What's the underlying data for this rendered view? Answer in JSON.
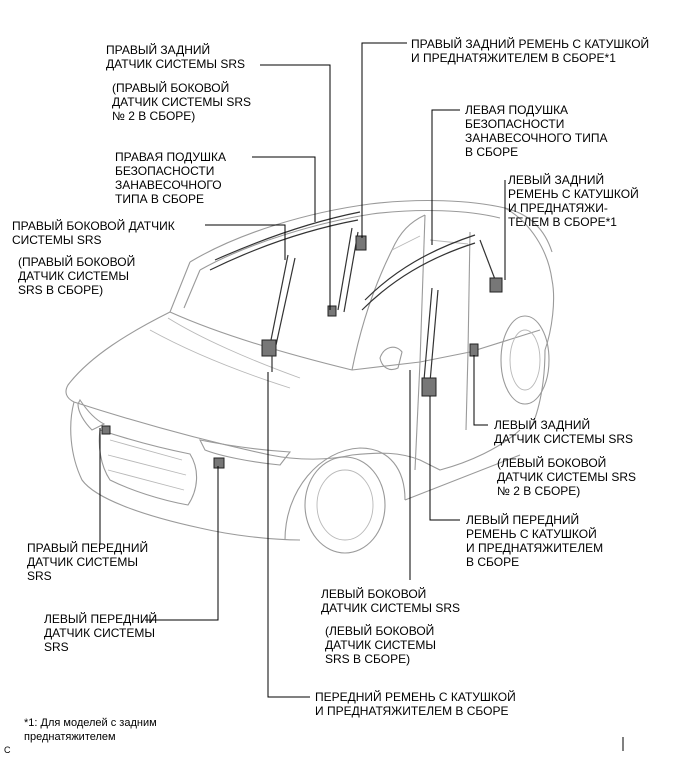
{
  "labels": {
    "rr_side_sensor": "ПРАВЫЙ ЗАДНИЙ\nДАТЧИК СИСТЕМЫ SRS",
    "rr_side_sensor_sub": "(ПРАВЫЙ БОКОВОЙ\nДАТЧИК СИСТЕМЫ SRS\n№ 2 В СБОРЕ)",
    "rr_belt": "ПРАВЫЙ ЗАДНИЙ РЕМЕНЬ С КАТУШКОЙ\nИ ПРЕДНАТЯЖИТЕЛЕМ В СБОРЕ*1",
    "l_curtain": "ЛЕВАЯ ПОДУШКА\nБЕЗОПАСНОСТИ\nЗАНАВЕСОЧНОГО ТИПА\nВ СБОРЕ",
    "r_curtain": "ПРАВАЯ ПОДУШКА\nБЕЗОПАСНОСТИ\nЗАНАВЕСОЧНОГО\nТИПА В СБОРЕ",
    "lr_belt": "ЛЕВЫЙ ЗАДНИЙ\nРЕМЕНЬ С КАТУШКОЙ\nИ ПРЕДНАТЯЖИ-\nТЕЛЕМ В СБОРЕ*1",
    "r_side_sensor": "ПРАВЫЙ БОКОВОЙ ДАТЧИК\nСИСТЕМЫ SRS",
    "r_side_sensor_sub": "(ПРАВЫЙ БОКОВОЙ\nДАТЧИК СИСТЕМЫ\nSRS В СБОРЕ)",
    "lr_side_sensor": "ЛЕВЫЙ ЗАДНИЙ\nДАТЧИК СИСТЕМЫ SRS",
    "lr_side_sensor_sub": "(ЛЕВЫЙ БОКОВОЙ\nДАТЧИК СИСТЕМЫ SRS\n№ 2 В СБОРЕ)",
    "lf_belt": "ЛЕВЫЙ ПЕРЕДНИЙ\nРЕМЕНЬ С КАТУШКОЙ\nИ ПРЕДНАТЯЖИТЕЛЕМ\nВ СБОРЕ",
    "rf_sensor": "ПРАВЫЙ ПЕРЕДНИЙ\nДАТЧИК СИСТЕМЫ\nSRS",
    "lf_sensor": "ЛЕВЫЙ ПЕРЕДНИЙ\nДАТЧИК СИСТЕМЫ\nSRS",
    "l_side_sensor": "ЛЕВЫЙ БОКОВОЙ\nДАТЧИК СИСТЕМЫ SRS",
    "l_side_sensor_sub": "(ЛЕВЫЙ БОКОВОЙ\nДАТЧИК СИСТЕМЫ\nSRS В СБОРЕ)",
    "f_belt": "ПЕРЕДНИЙ РЕМЕНЬ С КАТУШКОЙ\nИ ПРЕДНАТЯЖИТЕЛЕМ В СБОРЕ",
    "footnote": "*1: Для моделей с задним\nпреднатяжителем",
    "code": "C"
  }
}
